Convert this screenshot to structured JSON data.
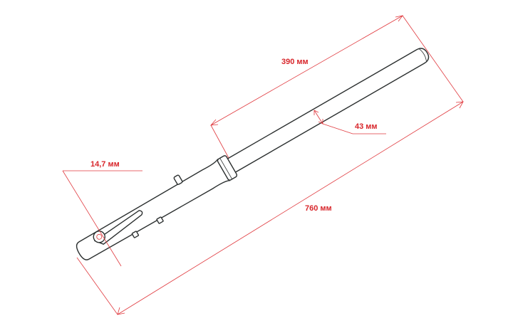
{
  "dimensions": {
    "overall_length": "760 мм",
    "upper_tube_length": "390 мм",
    "tube_diameter": "43 мм",
    "axle_diameter": "14,7 мм"
  },
  "colors": {
    "dimension": "#e0393e",
    "outline": "#2b2f2f"
  }
}
